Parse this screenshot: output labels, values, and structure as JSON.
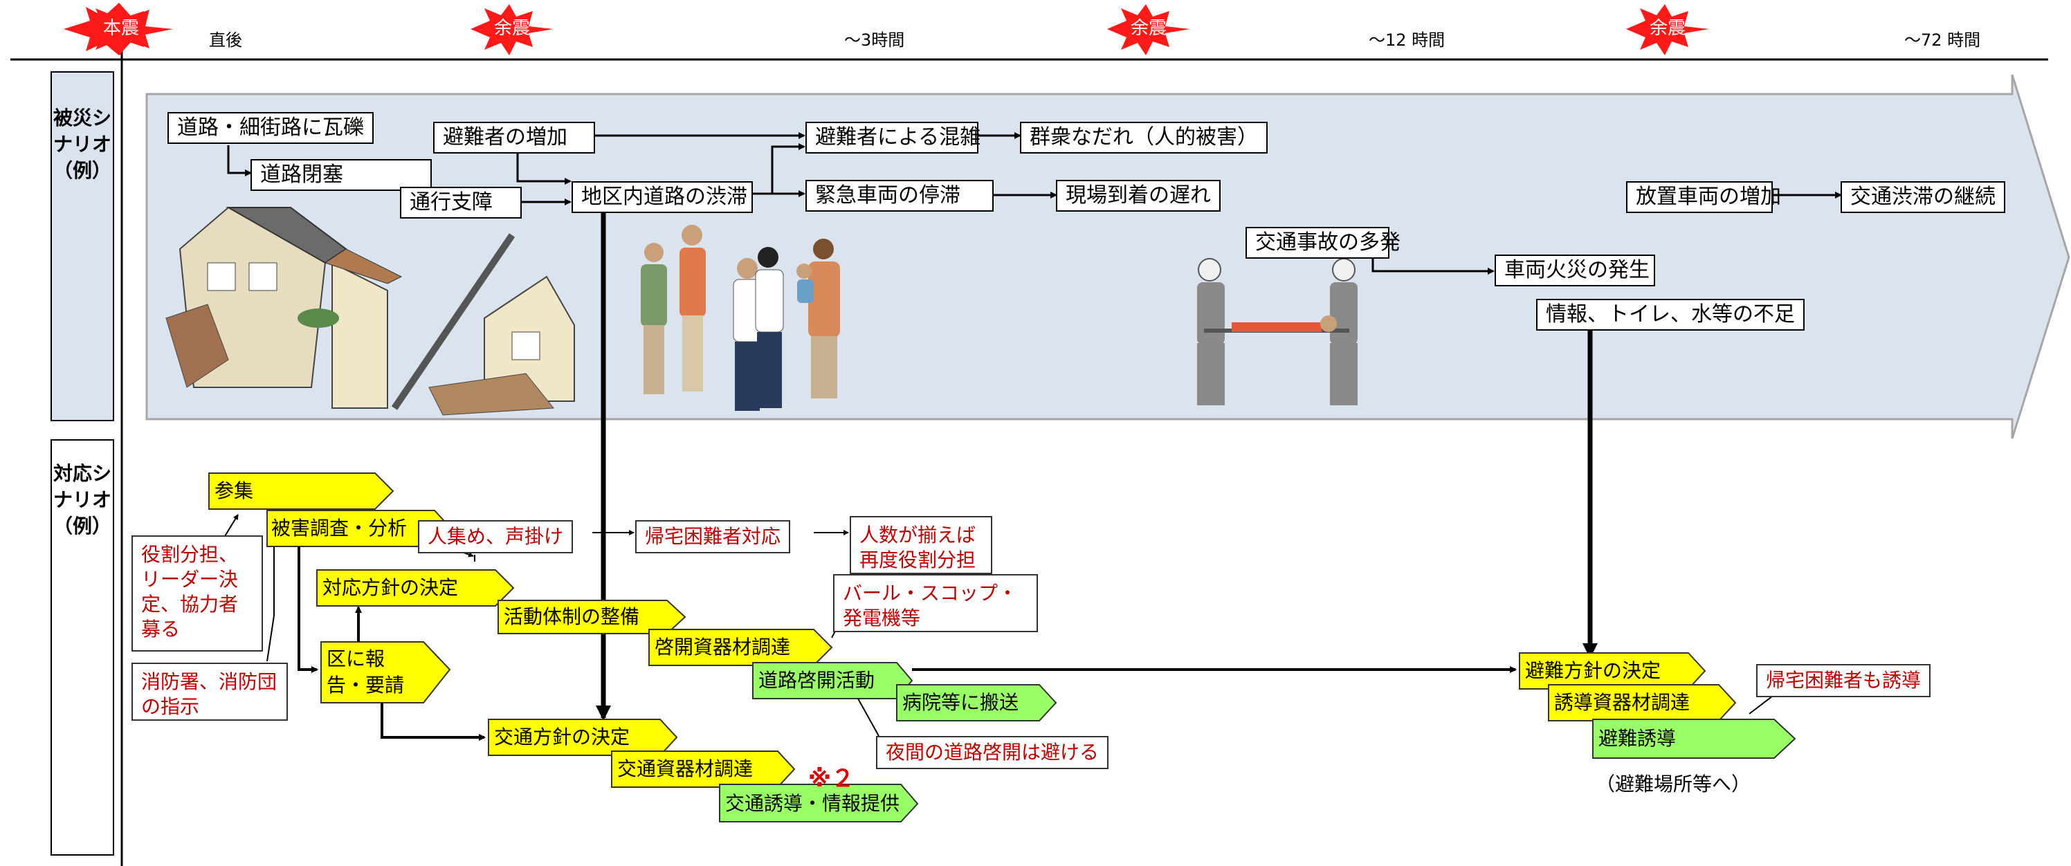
{
  "timeline": {
    "main_quake": "本震",
    "aftershock_1": "余震",
    "aftershock_2": "余震",
    "aftershock_3": "余震",
    "immediate": "直後",
    "t3h": "～3時間",
    "t12h": "～12 時間",
    "t72h": "～72 時間"
  },
  "labels": {
    "damage_scenario": "被災シナリオ（例）",
    "response_scenario": "対応シナリオ（例）"
  },
  "damage": {
    "debris": "道路・細街路に瓦礫",
    "road_closure": "道路閉塞",
    "traffic_obstruction": "通行支障",
    "evacuee_increase": "避難者の増加",
    "congestion_local": "地区内道路の渋滞",
    "crowding": "避難者による混雑",
    "crowd_crush": "群衆なだれ（人的被害）",
    "emergency_stuck": "緊急車両の停滞",
    "arrival_delay": "現場到着の遅れ",
    "abandoned_vehicles": "放置車両の増加",
    "continued_jam": "交通渋滞の継続",
    "accidents": "交通事故の多発",
    "vehicle_fire": "車両火災の発生",
    "shortage": "情報、トイレ、水等の不足"
  },
  "response": {
    "assemble": "参集",
    "survey": "被害調査・分析",
    "policy": "対応方針の決定",
    "report": "区に報告・要請",
    "org": "活動体制の整備",
    "equipment": "啓開資器材調達",
    "clearing": "道路啓開活動",
    "hospital": "病院等に搬送",
    "traffic_policy": "交通方針の決定",
    "traffic_equipment": "交通資器材調達",
    "traffic_guidance": "交通誘導・情報提供",
    "evac_policy": "避難方針の決定",
    "evac_equipment": "誘導資器材調達",
    "evac_guidance": "避難誘導"
  },
  "notes": {
    "roles": "役割分担、リーダー決定、協力者募る",
    "fire_dept": "消防署、消防団の指示",
    "gather": "人集め、声掛け",
    "stranded": "帰宅困難者対応",
    "reassign": "人数が揃えば再度役割分担",
    "tools": "バール・スコップ・発電機等",
    "night": "夜間の道路啓開は避ける",
    "stranded_guide": "帰宅困難者も誘導",
    "to_shelter": "（避難場所等へ）",
    "mark": "※２"
  },
  "colors": {
    "band": "#dbe3ef",
    "yellow": "#ffff00",
    "green": "#99ff66",
    "burst": "#ff1a1a",
    "red_text": "#c00000"
  }
}
